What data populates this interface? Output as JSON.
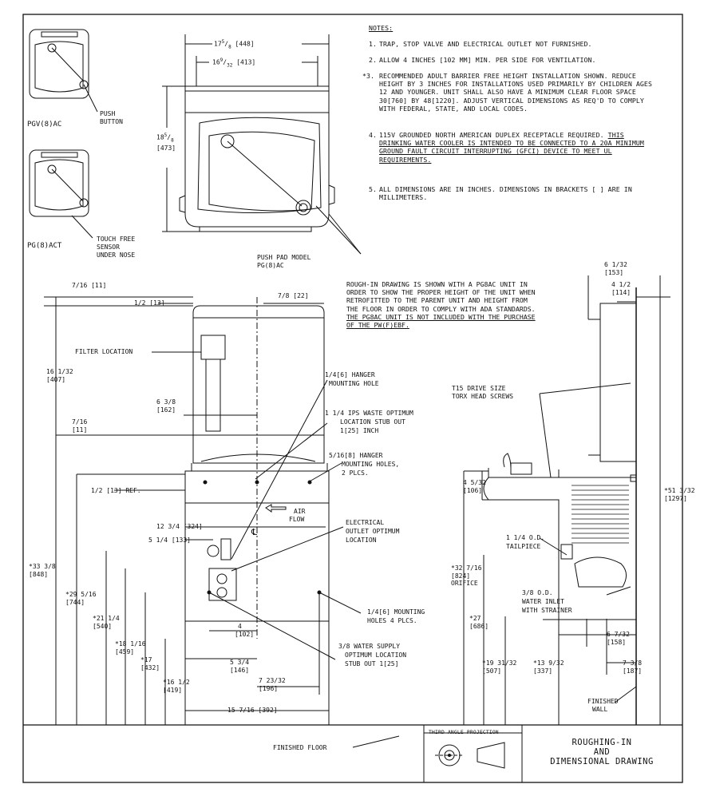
{
  "notes": {
    "heading": "NOTES:",
    "items": [
      {
        "num": "1.",
        "text": "TRAP, STOP VALVE AND ELECTRICAL OUTLET NOT FURNISHED."
      },
      {
        "num": "2.",
        "text": "ALLOW 4 INCHES [102 MM] MIN. PER SIDE FOR VENTILATION."
      },
      {
        "num": "*3.",
        "text": "RECOMMENDED ADULT BARRIER FREE HEIGHT INSTALLATION SHOWN. REDUCE HEIGHT BY 3 INCHES FOR INSTALLATIONS USED PRIMARILY BY CHILDREN AGES 12 AND YOUNGER. UNIT SHALL ALSO HAVE A MINIMUM CLEAR FLOOR SPACE 30[760] BY 48[1220]. ADJUST VERTICAL DIMENSIONS AS REQ'D TO COMPLY WITH FEDERAL, STATE, AND LOCAL CODES."
      },
      {
        "num": "4.",
        "text": "115v GROUNDED NORTH AMERICAN DUPLEX RECEPTACLE REQUIRED.",
        "underlined": "THIS DRINKING WATER COOLER IS INTENDED TO BE CONNECTED TO A 20A MINIMUM GROUND FAULT CIRCUIT INTERRUPTING (GFCI) DEVICE TO MEET UL REQUIREMENTS."
      },
      {
        "num": "5.",
        "text": "ALL DIMENSIONS ARE IN INCHES. DIMENSIONS IN BRACKETS [ ] ARE IN MILLIMETERS."
      }
    ]
  },
  "roughin_note": {
    "text": "ROUGH-IN DRAWING IS SHOWN WITH A PG8AC UNIT IN ORDER TO SHOW THE PROPER HEIGHT OF THE UNIT WHEN RETROFITTED TO THE PARENT UNIT AND HEIGHT FROM THE FLOOR IN ORDER TO COMPLY WITH ADA STANDARDS.",
    "underlined": "THE PG8AC UNIT IS NOT INCLUDED WITH THE PURCHASE OF THE PW(F)EBF."
  },
  "models": {
    "pgv": {
      "name": "PGV(8)AC",
      "callout1": "PUSH",
      "callout2": "BUTTON"
    },
    "pg_act": {
      "name": "PG(8)ACT",
      "callout1": "TOUCH FREE",
      "callout2": "SENSOR",
      "callout3": "UNDER NOSE"
    },
    "push_pad": {
      "line1": "PUSH PAD MODEL",
      "line2": "PG(8)AC"
    }
  },
  "top_dims": {
    "width_outer": "17 5/8 [448]",
    "width_outer_in": "17",
    "width_outer_frac_n": "5",
    "width_outer_frac_d": "8",
    "width_outer_mm": "[448]",
    "width_inner_in": "16",
    "width_inner_frac_n": "9",
    "width_inner_frac_d": "32",
    "width_inner_mm": "[413]",
    "height_in": "18",
    "height_frac_n": "5",
    "height_frac_d": "8",
    "height_mm": "[473]"
  },
  "front": {
    "labels": {
      "filter_location": "FILTER LOCATION",
      "hanger_hole": "HANGER",
      "hanger_hole2": "MOUNTING HOLE",
      "hanger_hole_dim": "1/4[6]",
      "waste": "IPS WASTE OPTIMUM",
      "waste_dim": "1 1/4",
      "waste2": "LOCATION STUB OUT",
      "waste3": "1[25] INCH",
      "hanger_holes_dim": "5/16[8]",
      "hanger_holes": "HANGER",
      "hanger_holes2": "MOUNTING HOLES,",
      "hanger_holes3": "2 PLCS.",
      "air": "AIR",
      "flow": "FLOW",
      "electrical": "ELECTRICAL",
      "electrical2": "OUTLET OPTIMUM",
      "electrical3": "LOCATION",
      "mounting_holes": "1/4[6] MOUNTING",
      "mounting_holes2": "HOLES 4 PLCS.",
      "water_supply": "3/8 WATER SUPPLY",
      "water_supply2": "OPTIMUM LOCATION",
      "water_supply3": "STUB OUT 1[25]",
      "finished_floor": "FINISHED FLOOR",
      "cl": "℄"
    },
    "dims": {
      "d1": "7/16 [11]",
      "d2": "1/2 [13]",
      "d3": "7/8 [22]",
      "d4_in": "16 1/32",
      "d4_mm": "[407]",
      "d5_in": "6 3/8",
      "d5_mm": "[162]",
      "d6_in": "7/16",
      "d6_mm": "[11]",
      "d7": "1/2 [13] REF.",
      "d8": "12 3/4 [324]",
      "d9": "5 1/4 [133]",
      "d10_in": "*33 3/8",
      "d10_mm": "[848]",
      "d11_in": "*29 5/16",
      "d11_mm": "[744]",
      "d12_in": "*21 1/4",
      "d12_mm": "[540]",
      "d13_in": "*18 1/16",
      "d13_mm": "[459]",
      "d14_in": "*17",
      "d14_mm": "[432]",
      "d15_in": "*16 1/2",
      "d15_mm": "[419]",
      "d16_in": "4",
      "d16_mm": "[102]",
      "d17_in": "5 3/4",
      "d17_mm": "[146]",
      "d18_in": "7 23/32",
      "d18_mm": "[196]",
      "d19": "15 7/16 [392]"
    }
  },
  "side": {
    "labels": {
      "torx": "T15 DRIVE SIZE",
      "torx2": "TORX HEAD SCREWS",
      "tailpiece": "1 1/4 O.D.",
      "tailpiece2": "TAILPIECE",
      "inlet": "3/8 O.D.",
      "inlet2": "WATER INLET",
      "inlet3": "WITH STRAINER",
      "wall": "FINISHED",
      "wall2": "WALL",
      "orifice": "ORIFICE"
    },
    "dims": {
      "s1_in": "6 1/32",
      "s1_mm": "[153]",
      "s2_in": "4 1/2",
      "s2_mm": "[114]",
      "s3_in": "*51 3/32",
      "s3_mm": "[1297]",
      "s4_in": "4 5/32",
      "s4_mm": "[106]",
      "s5_in": "*32 7/16",
      "s5_mm": "[824]",
      "s6_in": "*27",
      "s6_mm": "[686]",
      "s7_in": "*19 31/32",
      "s7_mm": "[507]",
      "s8_in": "*13 9/32",
      "s8_mm": "[337]",
      "s9_in": "6 7/32",
      "s9_mm": "[158]",
      "s10_in": "7 3/8",
      "s10_mm": "[187]"
    }
  },
  "title_block": {
    "projection": "THIRD ANGLE PROJECTION",
    "line1": "ROUGHING-IN",
    "line2": "AND",
    "line3": "DIMENSIONAL DRAWING"
  }
}
